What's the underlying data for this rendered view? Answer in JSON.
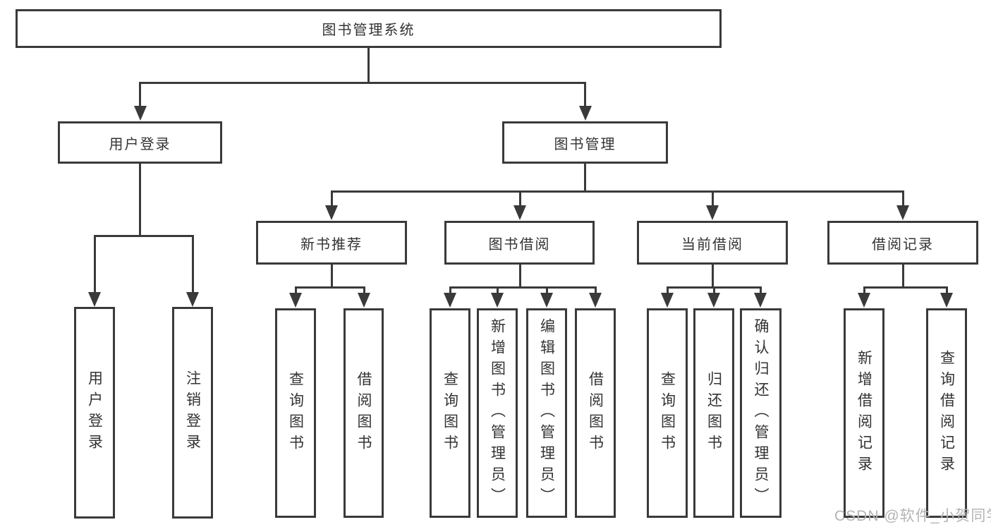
{
  "diagram": {
    "type": "hierarchy-tree",
    "root": {
      "label": "图书管理系统"
    },
    "branches": [
      {
        "label": "用户登录",
        "children": [
          {
            "label": "用户登录"
          },
          {
            "label": "注销登录"
          }
        ]
      },
      {
        "label": "图书管理",
        "children": [
          {
            "label": "新书推荐",
            "children": [
              {
                "label": "查询图书"
              },
              {
                "label": "借阅图书"
              }
            ]
          },
          {
            "label": "图书借阅",
            "children": [
              {
                "label": "查询图书"
              },
              {
                "label": "新增图书（管理员）"
              },
              {
                "label": "编辑图书（管理员）"
              },
              {
                "label": "借阅图书"
              }
            ]
          },
          {
            "label": "当前借阅",
            "children": [
              {
                "label": "查询图书"
              },
              {
                "label": "归还图书"
              },
              {
                "label": "确认归还（管理员）"
              }
            ]
          },
          {
            "label": "借阅记录",
            "children": [
              {
                "label": "新增借阅记录"
              },
              {
                "label": "查询借阅记录"
              }
            ]
          }
        ]
      }
    ]
  },
  "watermark": {
    "text": "CSDN @软件_小贺同学"
  },
  "colors": {
    "line": "#3a3a3a",
    "text": "#333333",
    "watermark": "#b4b4b4",
    "background": "#ffffff"
  }
}
